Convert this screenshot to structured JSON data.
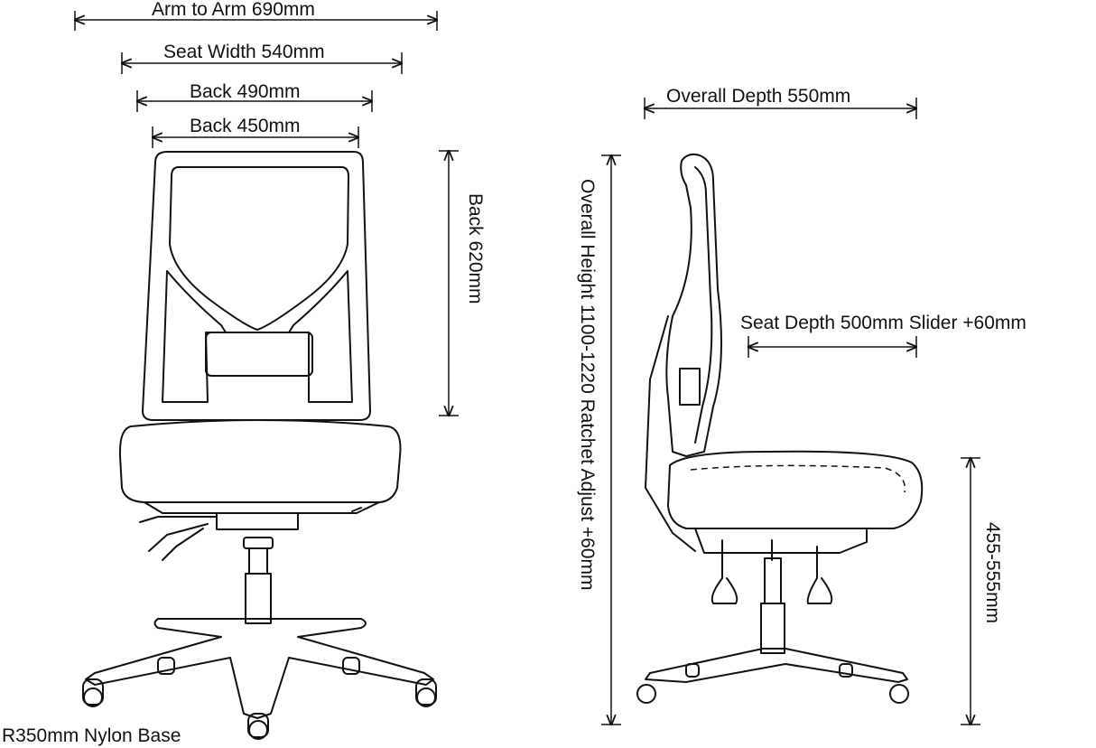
{
  "dimensions": {
    "arm_to_arm": "Arm to Arm 690mm",
    "seat_width": "Seat Width 540mm",
    "back_490": "Back 490mm",
    "back_450": "Back 450mm",
    "back_height": "Back 620mm",
    "overall_depth": "Overall Depth 550mm",
    "overall_height": "Overall Height 1100-1220 Ratchet Adjust +60mm",
    "seat_depth": "Seat Depth 500mm Slider +60mm",
    "seat_height": "455-555mm",
    "base": "R350mm Nylon Base"
  }
}
